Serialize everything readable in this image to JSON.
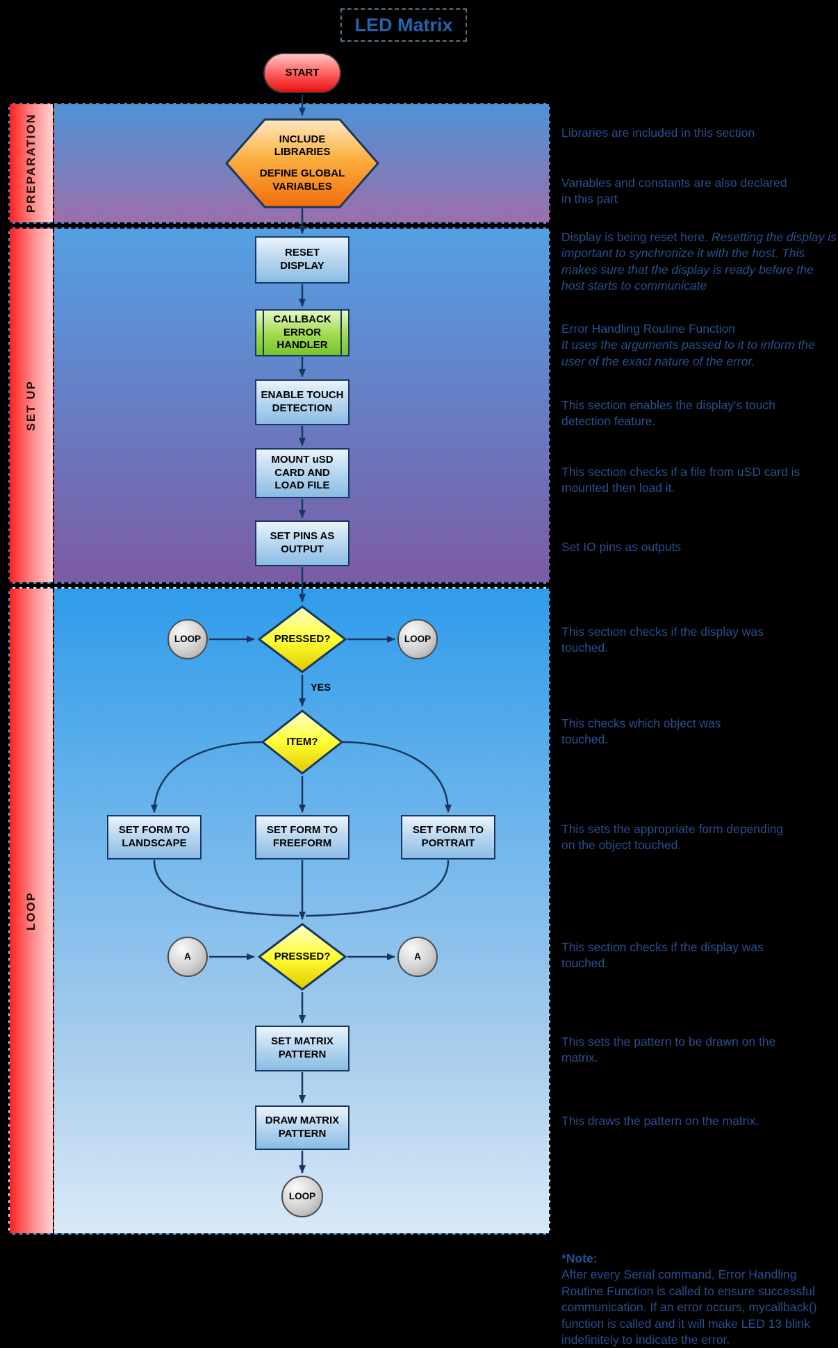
{
  "title": "LED Matrix",
  "sections": {
    "preparation": {
      "label": "PREPARATION"
    },
    "setup": {
      "label": "SET UP"
    },
    "loop": {
      "label": "LOOP"
    }
  },
  "nodes": {
    "start": "START",
    "include_libraries": "INCLUDE\nLIBRARIES",
    "define_globals": "DEFINE GLOBAL\nVARIABLES",
    "reset_display": "RESET\nDISPLAY",
    "callback_error_handler": "CALLBACK\nERROR\nHANDLER",
    "enable_touch": "ENABLE TOUCH\nDETECTION",
    "mount_usd": "MOUNT uSD\nCARD AND\nLOAD FILE",
    "set_pins": "SET PINS AS\nOUTPUT",
    "pressed1": "PRESSED?",
    "loop_left": "LOOP",
    "loop_right": "LOOP",
    "yes": "YES",
    "item": "ITEM?",
    "form_landscape": "SET FORM TO\nLANDSCAPE",
    "form_freeform": "SET FORM TO\nFREEFORM",
    "form_portrait": "SET FORM TO\nPORTRAIT",
    "pressed2": "PRESSED?",
    "a_left": "A",
    "a_right": "A",
    "set_matrix": "SET MATRIX\nPATTERN",
    "draw_matrix": "DRAW MATRIX\nPATTERN",
    "loop_end": "LOOP"
  },
  "annotations": [
    {
      "text": "Libraries are included in this section",
      "italic": ""
    },
    {
      "text": "Variables and constants are also declared in this part",
      "italic": ""
    },
    {
      "text": "Display is being reset here. ",
      "italic": "Resetting the display is important to synchronize it with the host. This makes sure that the display is ready before the host starts to communicate"
    },
    {
      "text": "Error Handling Routine Function",
      "italic": "It uses the arguments passed to it to inform the user of the exact nature of the error."
    },
    {
      "text": "This section enables the display's touch detection feature.",
      "italic": ""
    },
    {
      "text": "This section checks if a file from uSD card is mounted then load it.",
      "italic": ""
    },
    {
      "text": "Set IO pins as outputs",
      "italic": ""
    },
    {
      "text": "This section checks if the display was touched.",
      "italic": ""
    },
    {
      "text": "This checks which object was touched.",
      "italic": ""
    },
    {
      "text": "This sets the appropriate form depending on the object touched.",
      "italic": ""
    },
    {
      "text": "This section checks if the display was touched.",
      "italic": ""
    },
    {
      "text": "This sets the pattern to be drawn on the matrix.",
      "italic": ""
    },
    {
      "text": "This draws the pattern on the matrix.",
      "italic": ""
    }
  ],
  "note": {
    "label": "*Note:",
    "text": "After every Serial command, Error Handling Routine Function is called to ensure successful communication. If an error occurs, mycallback() function is called and it will make LED 13 blink indefinitely to indicate the error."
  },
  "colors": {
    "background": "#000000",
    "arrow": "#17375e",
    "annotation_text": "#26508f",
    "title_text": "#2463ae",
    "section_label_red": "#ff2020",
    "process_fill": "#9dc3e6",
    "decision_fill": "#ffff33",
    "subroutine_fill": "#92d050",
    "hexagon_fill": "#fbb040",
    "start_fill": "#ff5a5a",
    "connector_fill": "#c9c9c9"
  }
}
